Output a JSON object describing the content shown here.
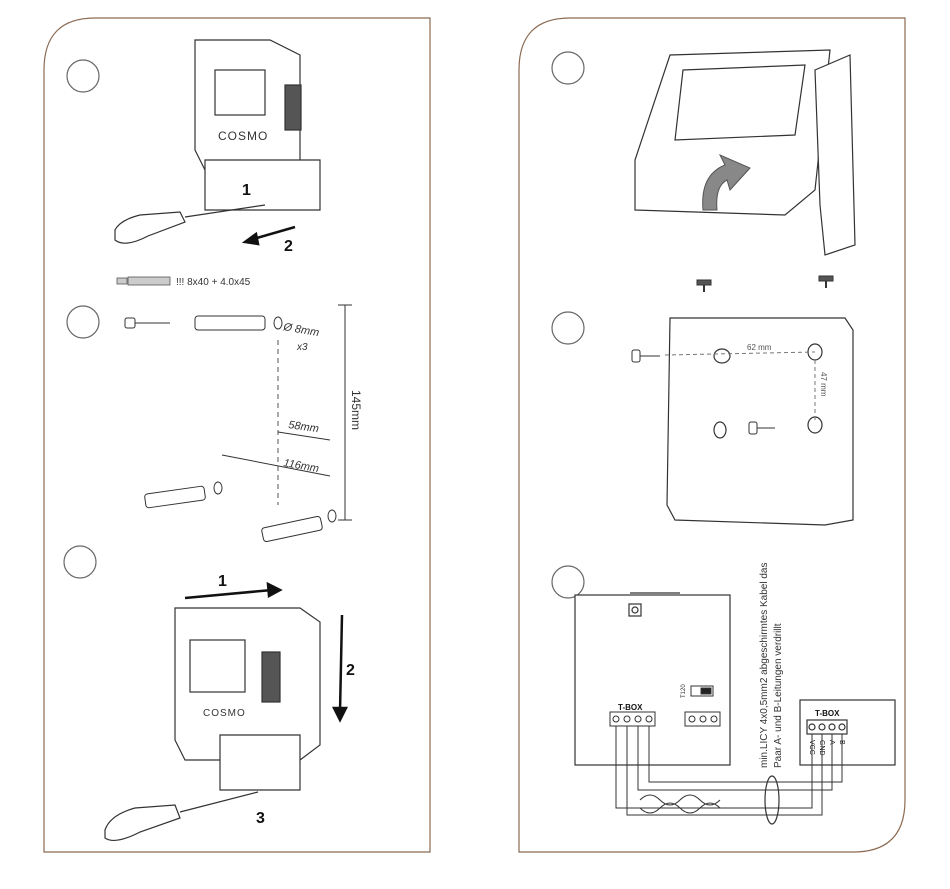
{
  "left": {
    "steps": [
      {
        "brand": "COSMO",
        "arrow1": "1",
        "arrow2": "2"
      },
      {
        "screw_note": "!!! 8x40 + 4.0x45",
        "hole_dia": "Ø 8mm",
        "hole_count": "x3",
        "dim_height": "145mm",
        "dim_58": "58mm",
        "dim_116": "116mm"
      },
      {
        "brand": "COSMO",
        "arrow1": "1",
        "arrow2": "2",
        "arrow3": "3"
      }
    ]
  },
  "right": {
    "step5": {
      "dim_h": "62 mm",
      "dim_v": "47 mm"
    },
    "step6": {
      "tbox_left": "T-BOX",
      "tbox_right": "T-BOX",
      "switch_label": "T120",
      "cable_line1": "min.LICY 4x0,5mm2 abgeschirmtes Kabel das",
      "cable_line2": "Paar A- und B-Leitungen verdrillt",
      "term_vcc": "VCC",
      "term_gnd": "GND",
      "term_a": "A",
      "term_b": "B"
    }
  },
  "colors": {
    "border": "#8c6a52",
    "line": "#333333"
  }
}
